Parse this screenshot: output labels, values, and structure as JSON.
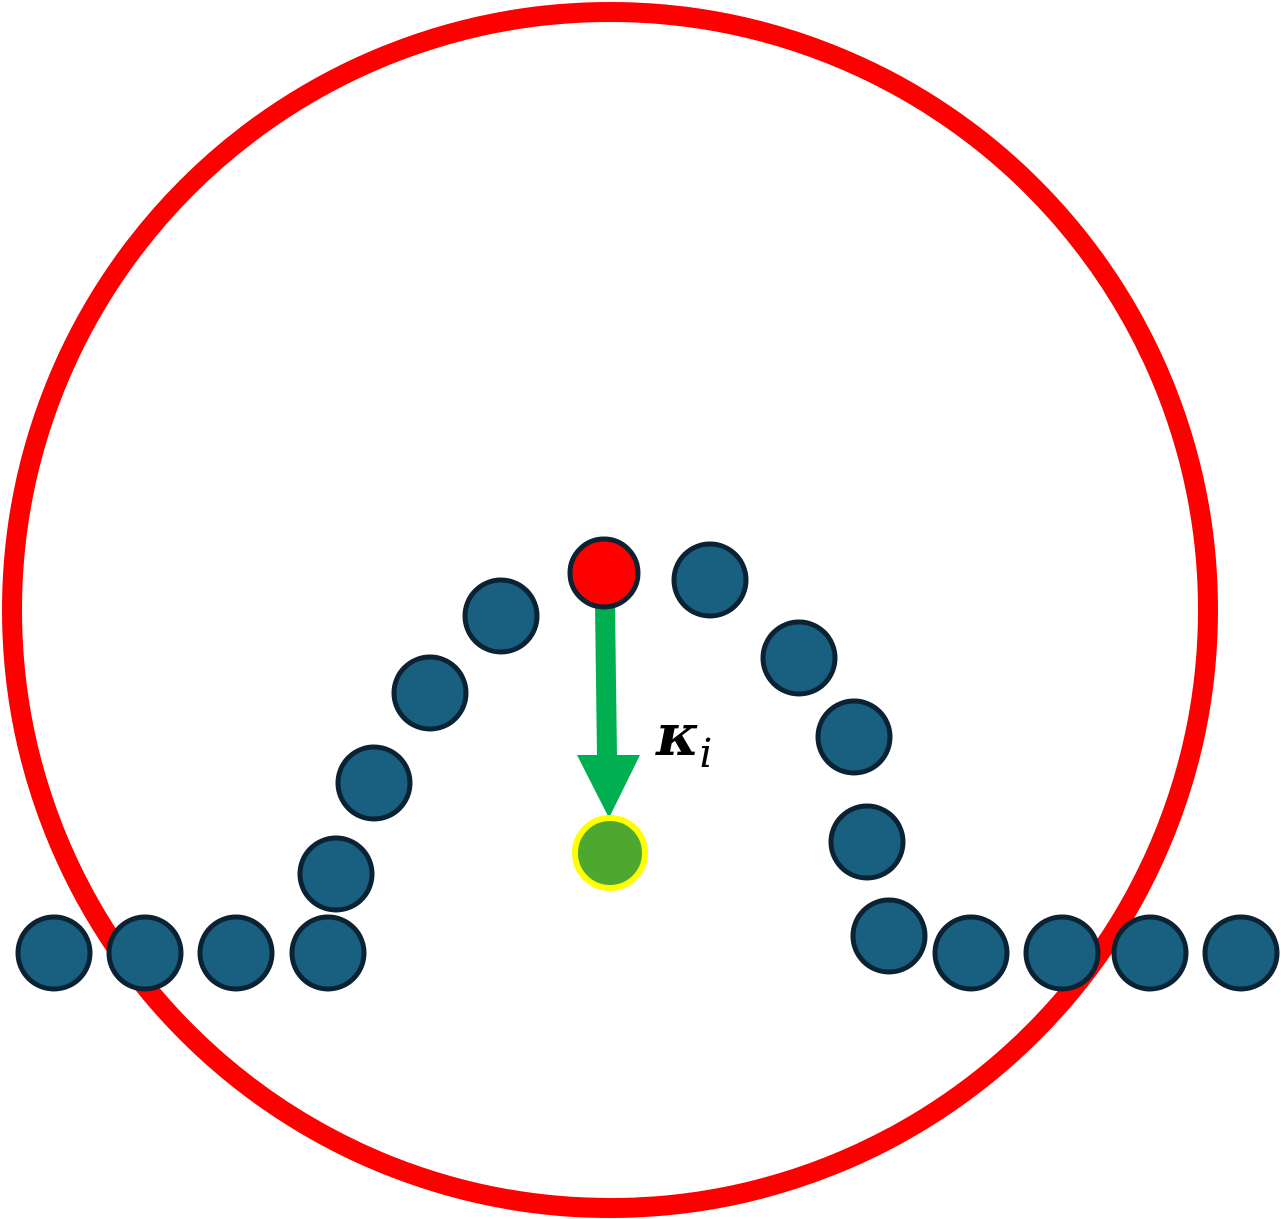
{
  "diagram": {
    "label": {
      "symbol": "κ",
      "subscript": "i"
    },
    "colors": {
      "outer_circle": "#ff0000",
      "particle_fill": "#185f80",
      "particle_stroke": "#0b2233",
      "selected_particle_fill": "#ff0000",
      "target_point_fill": "#4ea72e",
      "target_point_stroke": "#ffff00",
      "arrow": "#00b050",
      "label": "#000000"
    },
    "icons": {
      "particles": "filled-circle",
      "arrow": "down-arrow"
    }
  }
}
